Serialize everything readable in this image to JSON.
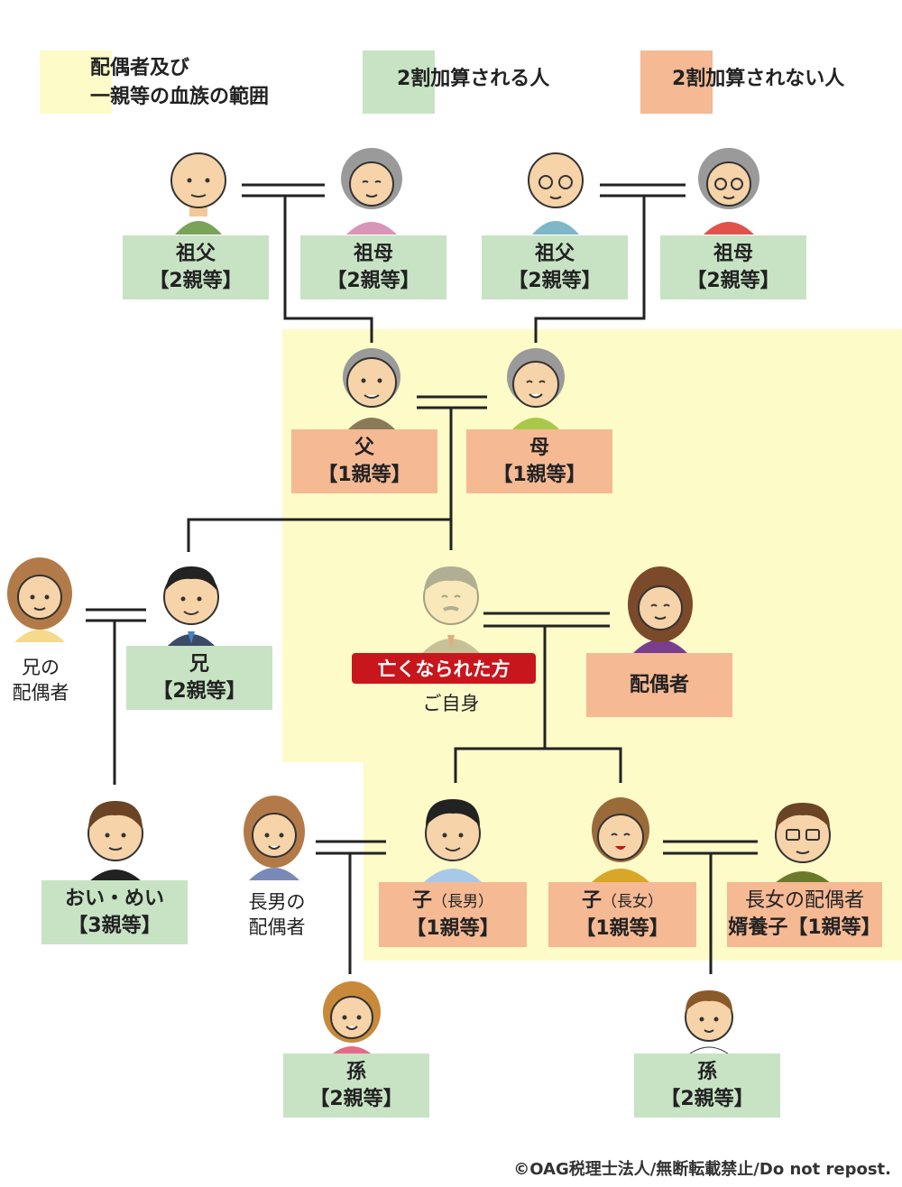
{
  "legend": {
    "yellow_line1": "配偶者及び",
    "yellow_line2": "一親等の血族の範囲",
    "green": "2割加算される人",
    "orange": "2割加算されない人"
  },
  "colors": {
    "yellow": "#fdfbc8",
    "green": "#c7e3c4",
    "orange": "#f5b994",
    "red": "#c8161d"
  },
  "people": {
    "pgf": {
      "name": "祖父",
      "degree": "【2親等】",
      "icon": "grandfather-icon"
    },
    "pgm": {
      "name": "祖母",
      "degree": "【2親等】",
      "icon": "grandmother-icon"
    },
    "mgf": {
      "name": "祖父",
      "degree": "【2親等】",
      "icon": "grandfather-glasses-icon"
    },
    "mgm": {
      "name": "祖母",
      "degree": "【2親等】",
      "icon": "grandmother-glasses-icon"
    },
    "father": {
      "name": "父",
      "degree": "【1親等】",
      "icon": "father-icon"
    },
    "mother": {
      "name": "母",
      "degree": "【1親等】",
      "icon": "mother-icon"
    },
    "brother": {
      "name": "兄",
      "degree": "【2親等】",
      "icon": "brother-icon"
    },
    "brother_spouse": {
      "line1": "兄の",
      "line2": "配偶者",
      "icon": "woman-icon"
    },
    "self": {
      "badge": "亡くなられた方",
      "label": "ご自身",
      "icon": "deceased-man-icon"
    },
    "spouse": {
      "name": "配偶者",
      "icon": "wife-icon"
    },
    "nephew": {
      "name": "おい・めい",
      "degree": "【3親等】",
      "icon": "nephew-icon"
    },
    "son_spouse": {
      "line1": "長男の",
      "line2": "配偶者",
      "icon": "woman-icon"
    },
    "son": {
      "name": "子",
      "sub": "（長男）",
      "degree": "【1親等】",
      "icon": "son-icon"
    },
    "daughter": {
      "name": "子",
      "sub": "（長女）",
      "degree": "【1親等】",
      "icon": "daughter-icon"
    },
    "son_in_law": {
      "name": "長女の配偶者",
      "degree": "婿養子【1親等】",
      "icon": "son-in-law-icon"
    },
    "grandchild1": {
      "name": "孫",
      "degree": "【2親等】",
      "icon": "granddaughter-icon"
    },
    "grandchild2": {
      "name": "孫",
      "degree": "【2親等】",
      "icon": "grandson-icon"
    }
  },
  "copyright": "©OAG税理士法人/無断転載禁止/Do not repost."
}
